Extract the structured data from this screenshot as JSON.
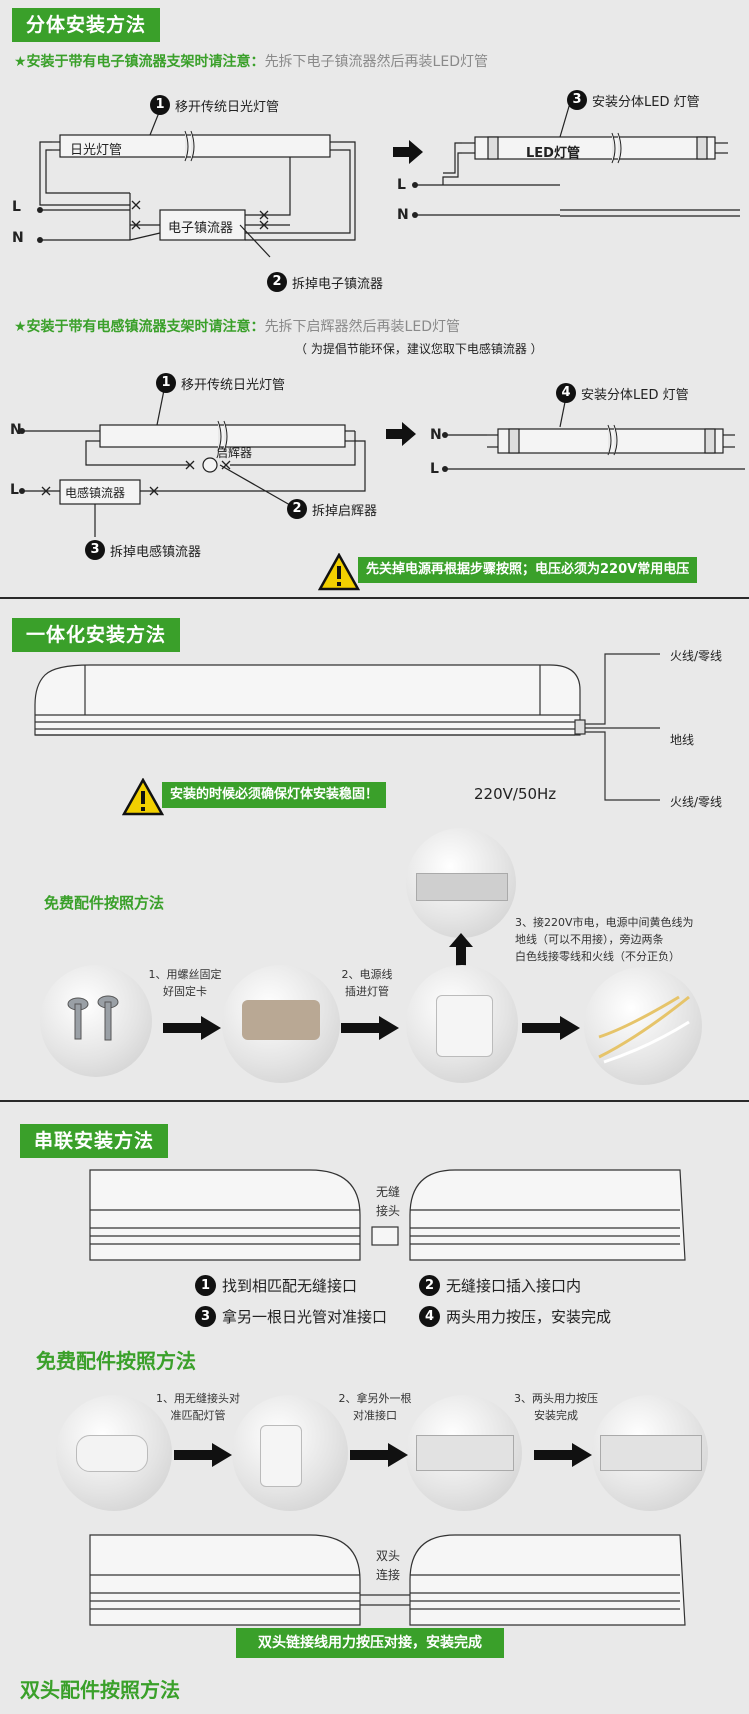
{
  "section1": {
    "heading": "分体安装方法",
    "note1_green": "★安装于带有电子镇流器支架时请注意：",
    "note1_grey": "先拆下电子镇流器然后再装LED灯管",
    "d1": {
      "step1": "移开传统日光灯管",
      "tube": "日光灯管",
      "ballast": "电子镇流器",
      "step2": "拆掉电子镇流器",
      "L": "L",
      "N": "N",
      "step3": "安装分体LED 灯管",
      "led": "LED灯管",
      "n1": "1",
      "n2": "2",
      "n3": "3"
    },
    "note2_green": "★安装于带有电感镇流器支架时请注意：",
    "note2_grey": "先拆下启辉器然后再装LED灯管",
    "note2_sub": "（ 为提倡节能环保，建议您取下电感镇流器 ）",
    "d2": {
      "step1": "移开传统日光灯管",
      "starter": "启辉器",
      "ballast": "电感镇流器",
      "step2": "拆掉启辉器",
      "step3": "拆掉电感镇流器",
      "step4": "安装分体LED 灯管",
      "N": "N",
      "L": "L",
      "n1": "1",
      "n2": "2",
      "n3": "3",
      "n4": "4"
    },
    "warning": "先关掉电源再根据步骤按照；电压必须为220V常用电压"
  },
  "section2": {
    "heading": "一体化安装方法",
    "wire_top": "火线/零线",
    "wire_mid": "地线",
    "wire_bot": "火线/零线",
    "warning": "安装的时候必须确保灯体安装稳固！",
    "voltage": "220V/50Hz",
    "accessory_title": "免费配件按照方法",
    "s1": "1、用螺丝固定\n好固定卡",
    "s2": "2、电源线\n插进灯管",
    "s3": "3、接220V市电，电源中间黄色线为\n地线（可以不用接），旁边两条\n白色线接零线和火线（不分正负）"
  },
  "section3": {
    "heading": "串联安装方法",
    "joint": "无缝\n接头",
    "list": [
      {
        "n": "1",
        "text": "找到相匹配无缝接口"
      },
      {
        "n": "2",
        "text": "无缝接口插入接口内"
      },
      {
        "n": "3",
        "text": "拿另一根日光管对准接口"
      },
      {
        "n": "4",
        "text": "两头用力按压，安装完成"
      }
    ],
    "accessory_title": "免费配件按照方法",
    "s1": "1、用无缝接头对\n准匹配灯管",
    "s2": "2、拿另外一根\n对准接口",
    "s3": "3、两头用力按压\n安装完成",
    "double": "双头\n连接",
    "banner": "双头链接线用力按压对接，安装完成",
    "bottom_title": "双头配件按照方法"
  }
}
